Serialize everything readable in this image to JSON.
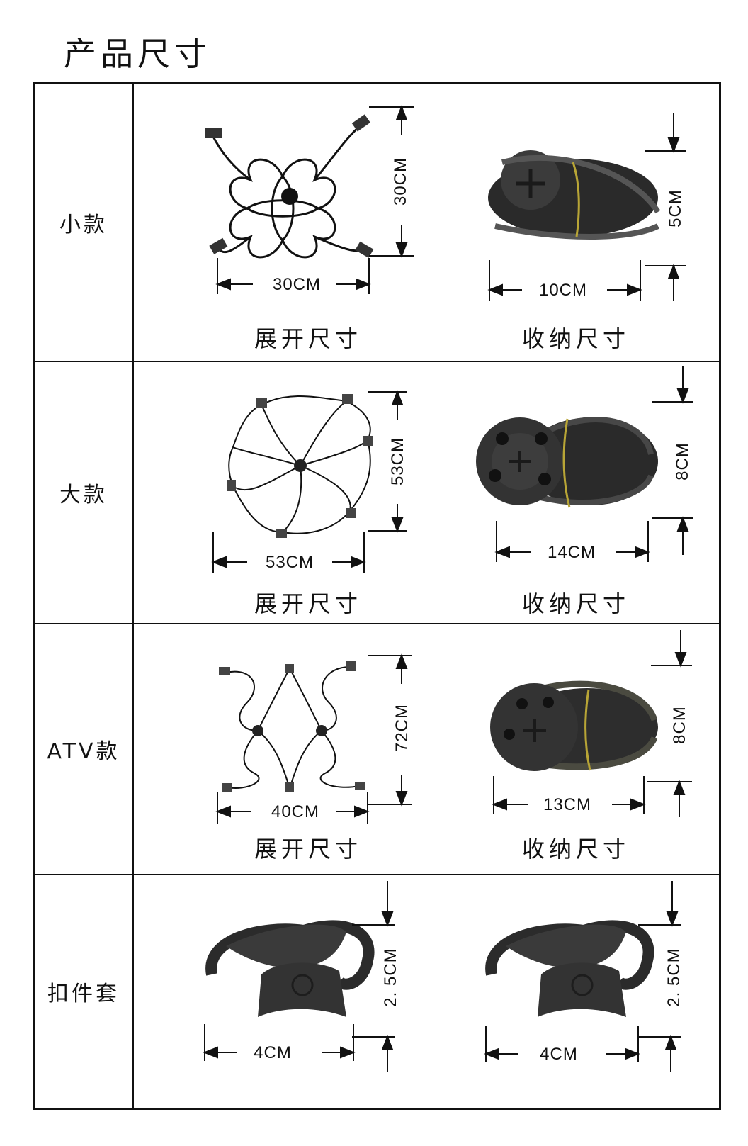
{
  "page_title": "产品尺寸",
  "rows": [
    {
      "label": "小款",
      "left_dims": {
        "width": "30CM",
        "height": "30CM"
      },
      "left_caption": "展开尺寸",
      "right_dims": {
        "width": "10CM",
        "height": "5CM"
      },
      "right_caption": "收纳尺寸"
    },
    {
      "label": "大款",
      "left_dims": {
        "width": "53CM",
        "height": "53CM"
      },
      "left_caption": "展开尺寸",
      "right_dims": {
        "width": "14CM",
        "height": "8CM"
      },
      "right_caption": "收纳尺寸"
    },
    {
      "label": "ATV款",
      "left_dims": {
        "width": "40CM",
        "height": "72CM"
      },
      "left_caption": "展开尺寸",
      "right_dims": {
        "width": "13CM",
        "height": "8CM"
      },
      "right_caption": "收纳尺寸"
    },
    {
      "label": "扣件套",
      "left_dims": {
        "width": "4CM",
        "height": "2. 5CM"
      },
      "right_dims": {
        "width": "4CM",
        "height": "2. 5CM"
      }
    }
  ]
}
